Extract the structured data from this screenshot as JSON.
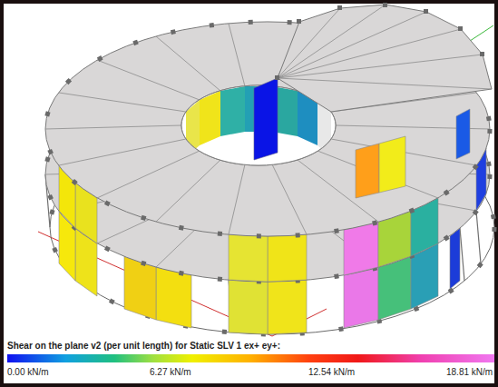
{
  "diagram": {
    "labels": [
      "Shear on the plane v2 (per unit length) for Static SLV 1 ex+ ey+:",
      "0.00 kN/m",
      "6.27 kN/m",
      "12.54 kN/m",
      "18.81 kN/m"
    ]
  }
}
